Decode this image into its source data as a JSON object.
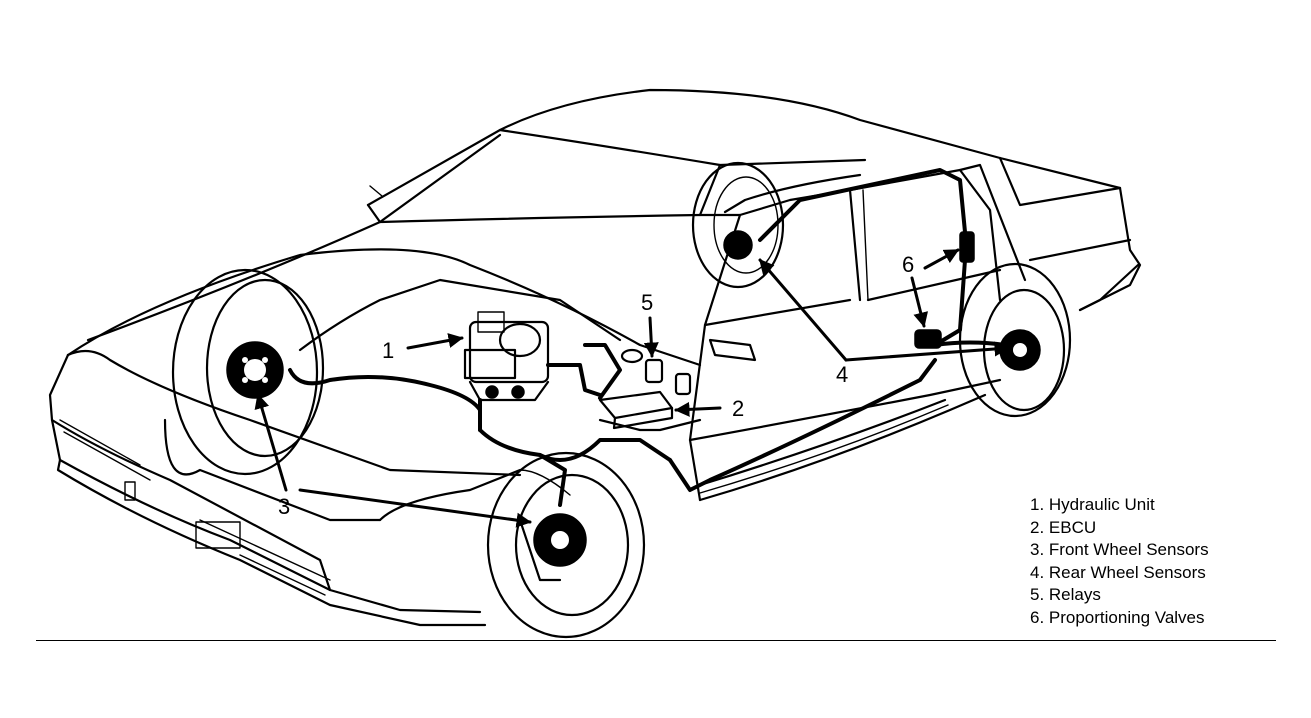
{
  "callouts": [
    "1",
    "2",
    "3",
    "4",
    "5",
    "6"
  ],
  "legend": [
    "1. Hydraulic Unit",
    "2. EBCU",
    "3. Front Wheel Sensors",
    "4. Rear Wheel Sensors",
    "5. Relays",
    "6. Proportioning Valves"
  ]
}
